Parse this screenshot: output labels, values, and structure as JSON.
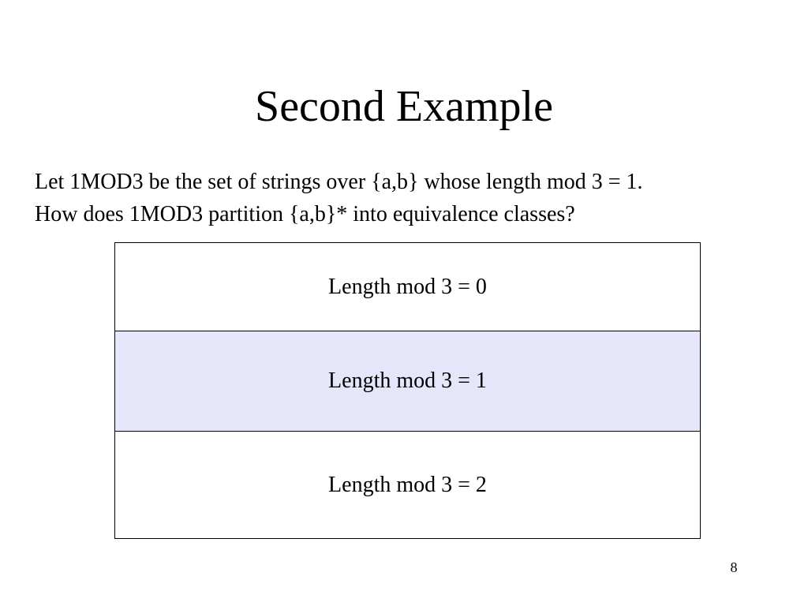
{
  "slide": {
    "title": "Second Example",
    "body_lines": [
      "Let 1MOD3 be the set of strings over {a,b} whose length mod 3 = 1.",
      "How does 1MOD3 partition {a,b}* into equivalence classes?"
    ],
    "page_number": "8"
  },
  "partition": {
    "rows": [
      {
        "label": "Length mod 3 = 0",
        "fill": "#ffffff"
      },
      {
        "label": "Length mod 3 = 1",
        "fill": "#e6e6fa"
      },
      {
        "label": "Length mod 3 = 2",
        "fill": "#ffffff"
      }
    ]
  }
}
